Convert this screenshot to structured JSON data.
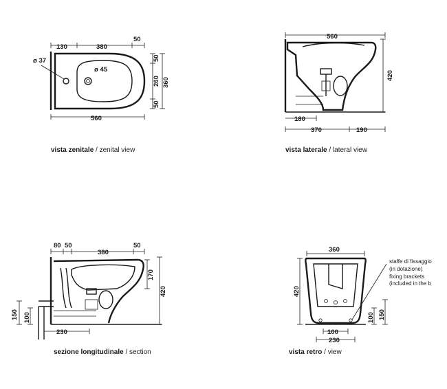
{
  "views": {
    "zenital": {
      "dims": {
        "d130": "130",
        "d380": "380",
        "d50": "50",
        "dia37": "ø 37",
        "dia45": "ø 45",
        "r50a": "50",
        "d260": "260",
        "d360": "360",
        "r50b": "50",
        "d560": "560"
      },
      "caption_bold": "vista zenitale",
      "caption_rest": " / zenital view"
    },
    "lateral": {
      "dims": {
        "d560": "560",
        "d420": "420",
        "d180": "180",
        "d370": "370",
        "d190": "190"
      },
      "caption_bold": "vista laterale",
      "caption_rest": " / lateral view"
    },
    "section": {
      "dims": {
        "d80": "80",
        "d50a": "50",
        "d380": "380",
        "d50b": "50",
        "d170": "170",
        "d420": "420",
        "d150": "150",
        "d100": "100",
        "d230": "230"
      },
      "caption_bold": "sezione longitudinale",
      "caption_rest": " / section"
    },
    "back": {
      "dims": {
        "d360": "360",
        "d420": "420",
        "d100": "100",
        "d150": "150",
        "d100b": "100",
        "d230": "230"
      },
      "note": [
        "staffe di fissaggio",
        "(in dotazione)",
        "fixing brackets",
        "(included in the b"
      ],
      "caption_bold": "vista retro",
      "caption_rest": " /  view"
    }
  }
}
